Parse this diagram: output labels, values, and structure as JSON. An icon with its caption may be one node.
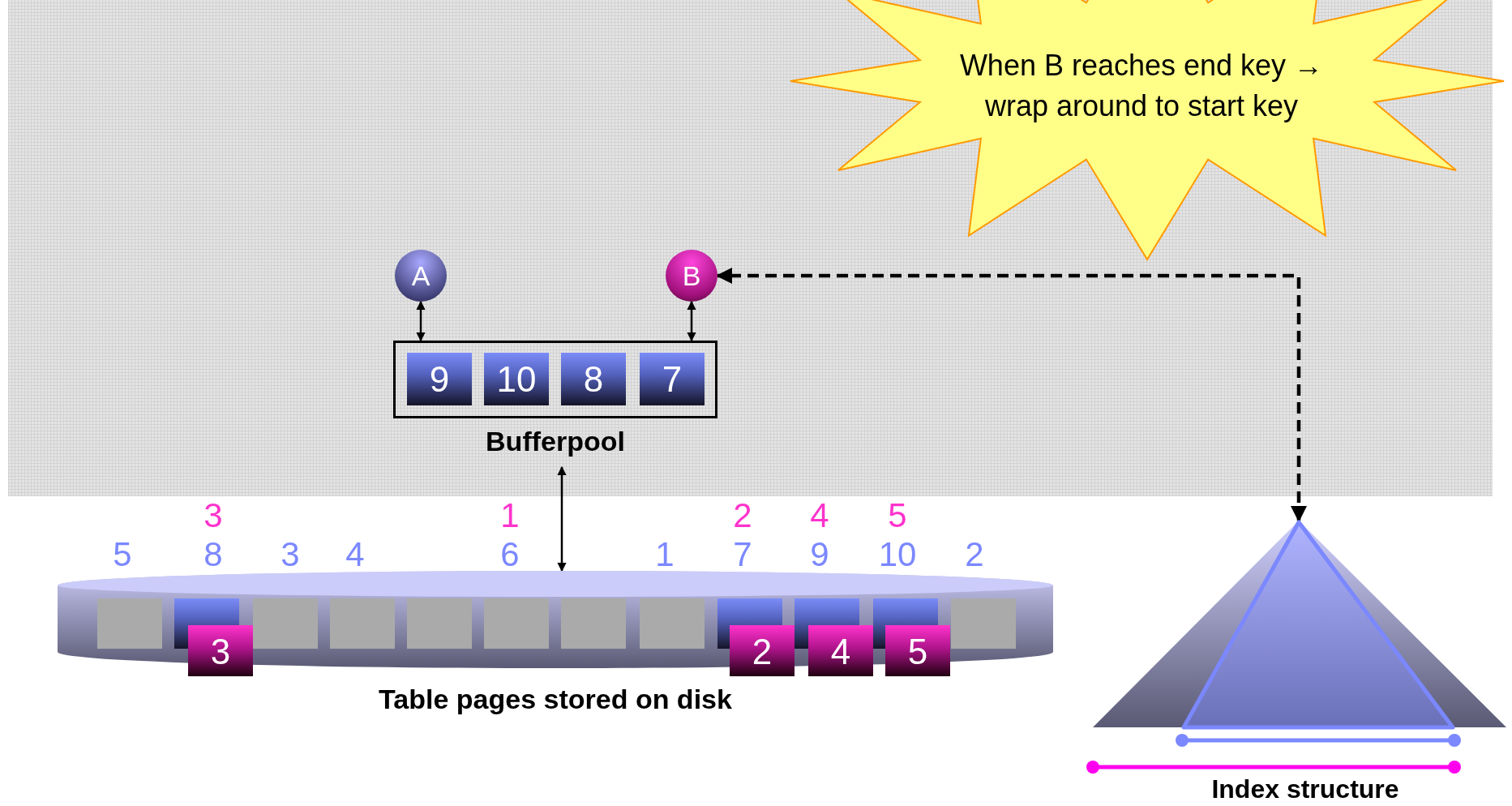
{
  "diagram": {
    "nodes": [
      {
        "text": [
          "When B reaches end key → wrap around to start key"
        ]
      },
      {
        "text": [
          "A"
        ]
      },
      {
        "text": [
          "B"
        ]
      },
      {
        "text": [
          "Bufferpool"
        ]
      },
      {
        "text": [
          "9"
        ],
        "in": 3
      },
      {
        "text": [
          "10"
        ],
        "in": 3
      },
      {
        "text": [
          "8"
        ],
        "in": 3
      },
      {
        "text": [
          "7"
        ],
        "in": 3
      },
      {
        "text": [
          "Table pages stored on disk"
        ]
      },
      {
        "text": [],
        "shape": "box",
        "in": 8
      },
      {
        "text": [],
        "shape": "box",
        "in": 8
      },
      {
        "text": [],
        "shape": "box",
        "in": 8
      },
      {
        "text": [],
        "shape": "box",
        "in": 8
      },
      {
        "text": [],
        "shape": "box",
        "in": 8
      },
      {
        "text": [],
        "shape": "box",
        "in": 8
      },
      {
        "text": [],
        "shape": "box",
        "in": 8
      },
      {
        "text": [],
        "shape": "box",
        "in": 8
      },
      {
        "text": [],
        "shape": "box",
        "in": 8
      },
      {
        "text": [],
        "shape": "box",
        "in": 8
      },
      {
        "text": [],
        "shape": "box",
        "in": 8
      },
      {
        "text": [],
        "shape": "box",
        "in": 8
      },
      {
        "text": [
          "3"
        ]
      },
      {
        "text": [
          "2"
        ]
      },
      {
        "text": [
          "4"
        ]
      },
      {
        "text": [
          "5"
        ]
      },
      {
        "text": [
          "Index structure"
        ]
      }
    ],
    "edges": [
      {
        "from": 1,
        "to": 3,
        "arrow": "both"
      },
      {
        "from": 2,
        "to": 3,
        "arrow": "both"
      },
      {
        "from": 3,
        "to": 8,
        "arrow": "both"
      },
      {
        "from": 25,
        "to": 2,
        "arrow": "both",
        "style": "dashed"
      }
    ],
    "labels": [
      "3",
      "1",
      "2",
      "4",
      "5",
      "5",
      "8",
      "3",
      "4",
      "6",
      "1",
      "7",
      "9",
      "10",
      "2"
    ]
  }
}
